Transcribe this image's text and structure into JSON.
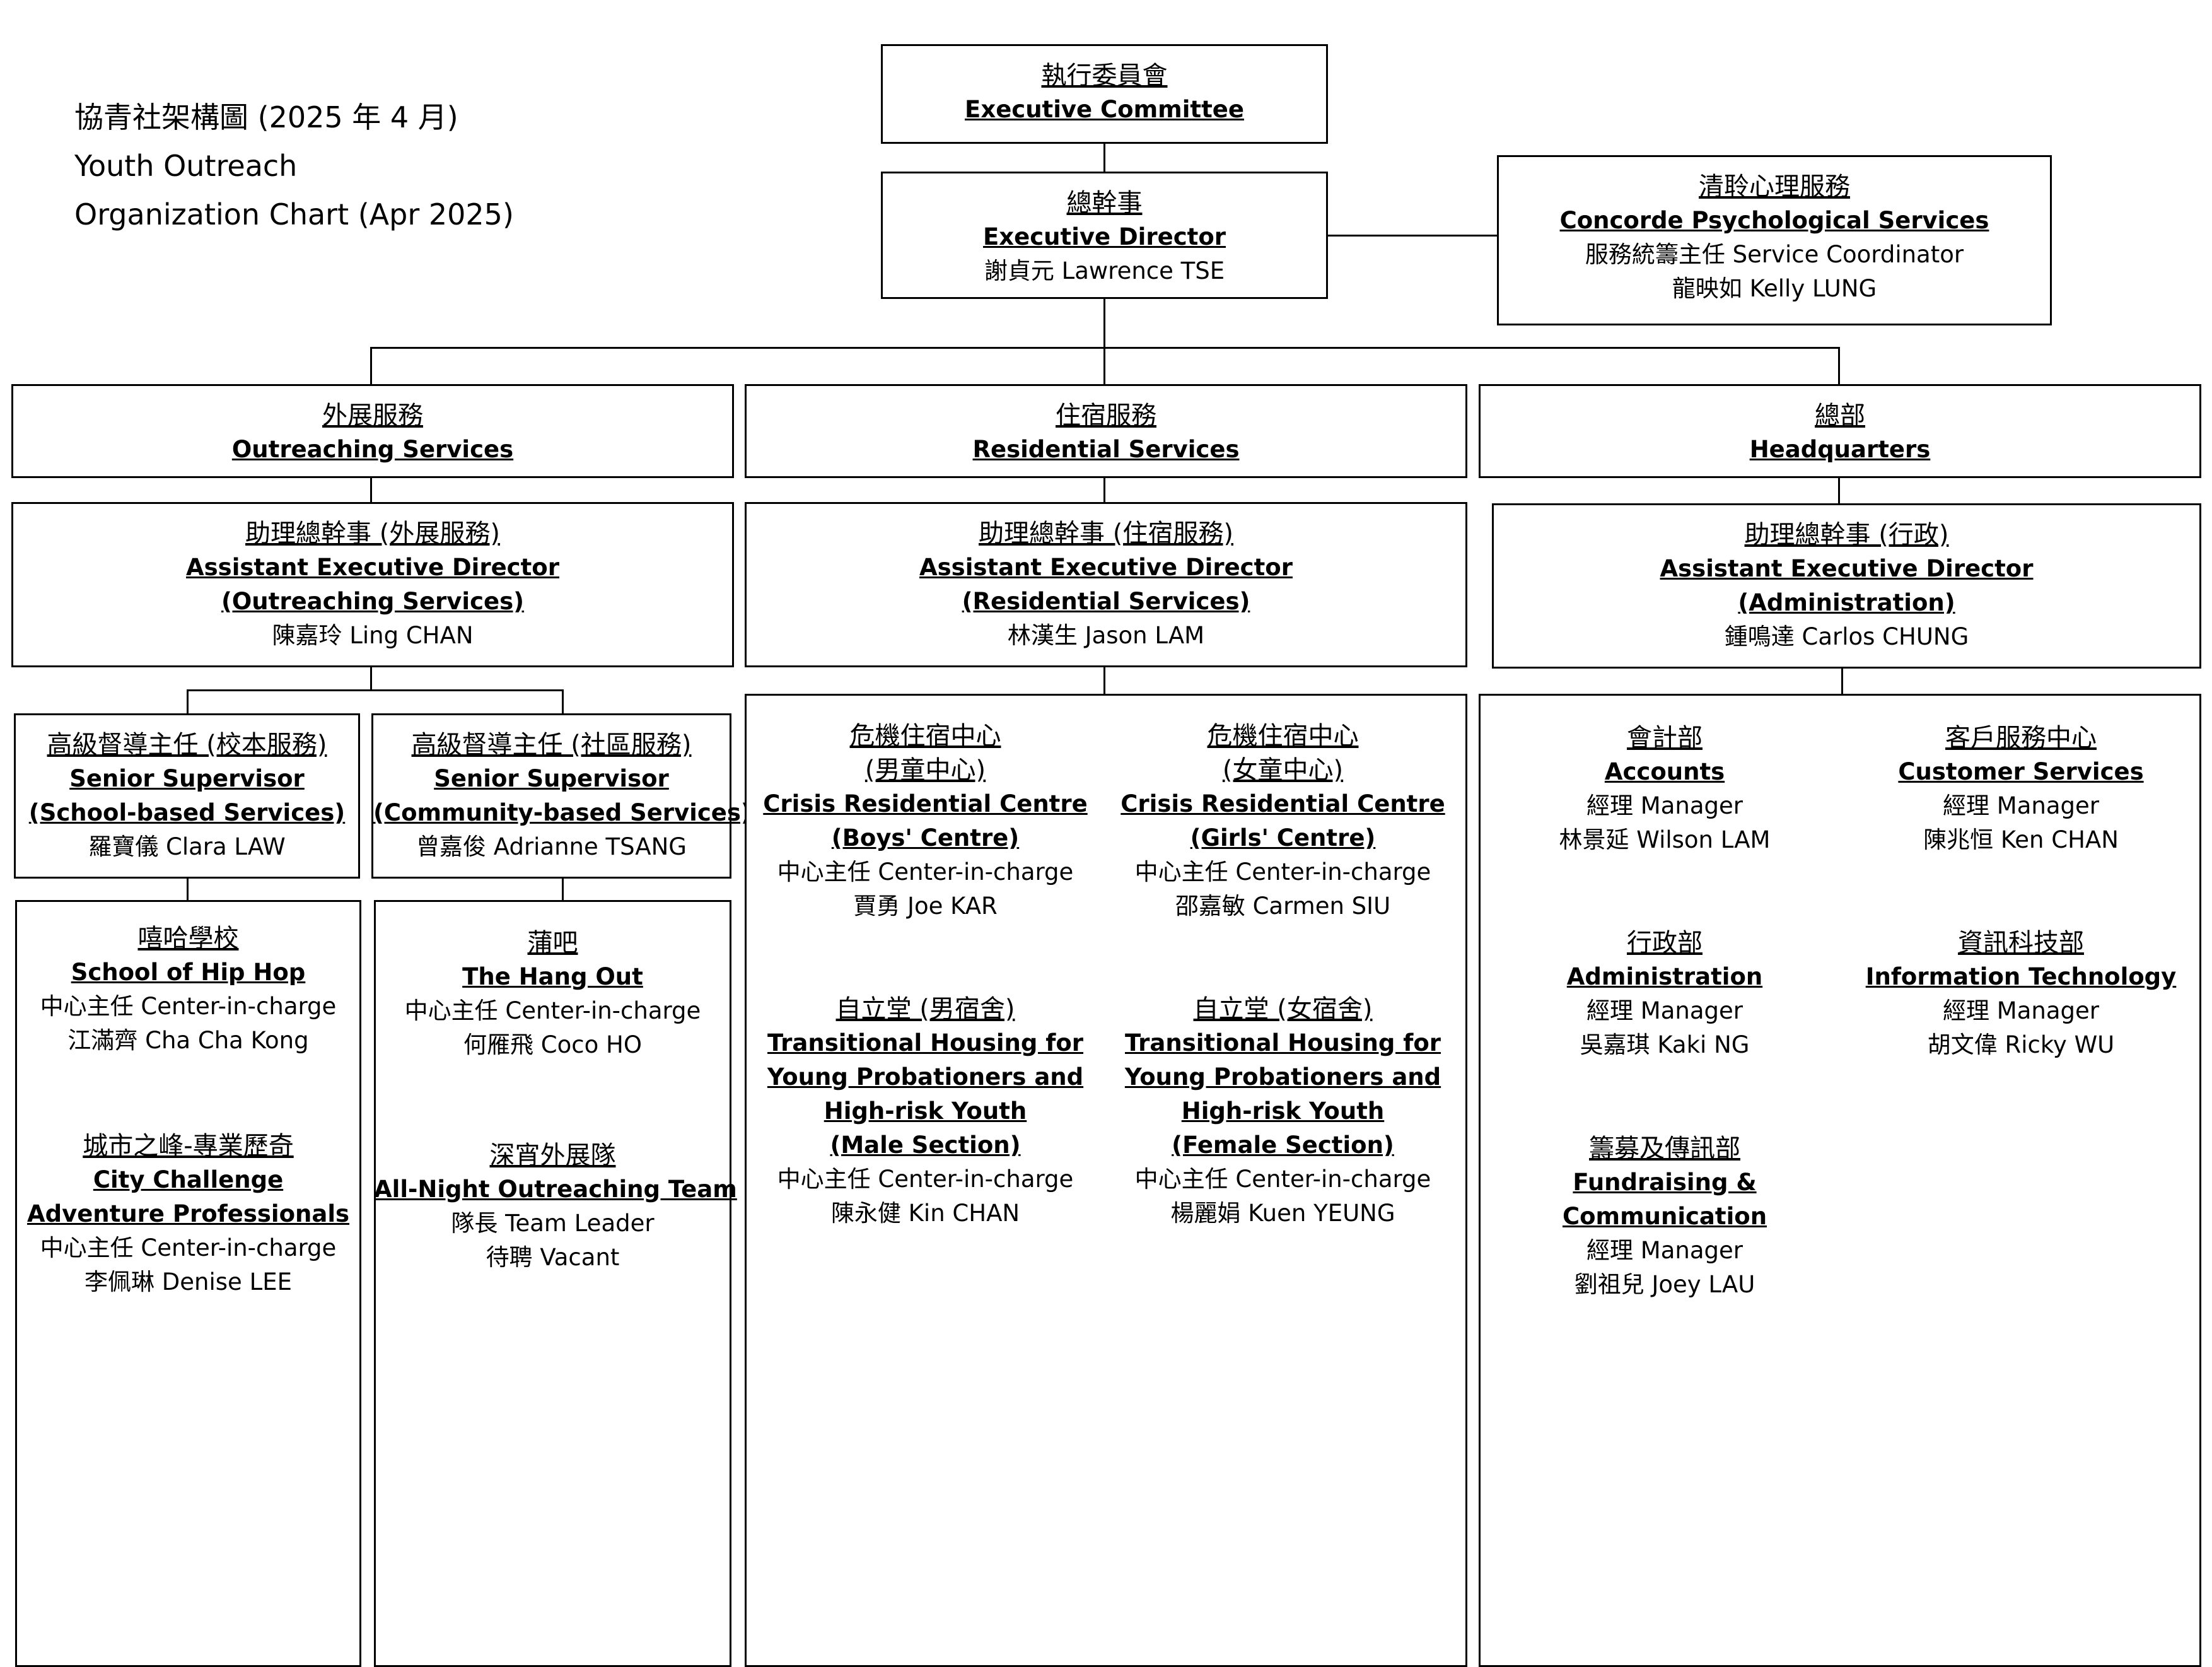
{
  "title": {
    "zh": "協青社架構圖  (2025 年 4 月)",
    "en1": "Youth Outreach",
    "en2": "Organization Chart (Apr 2025)"
  },
  "exec_committee": {
    "zh": "執行委員會",
    "en": "Executive Committee"
  },
  "exec_director": {
    "zh": "總幹事",
    "en": "Executive Director",
    "person": "謝貞元  Lawrence TSE"
  },
  "concorde": {
    "zh": "清聆心理服務",
    "en": "Concorde Psychological Services",
    "role": "服務統籌主任  Service Coordinator",
    "person": "龍映如  Kelly LUNG"
  },
  "divisions": {
    "outreach": {
      "zh": "外展服務",
      "en": "Outreaching Services"
    },
    "residential": {
      "zh": "住宿服務",
      "en": "Residential Services"
    },
    "hq": {
      "zh": "總部",
      "en": "Headquarters"
    }
  },
  "aed": {
    "outreach": {
      "zh": "助理總幹事  (外展服務)",
      "en1": "Assistant Executive Director",
      "en2": "(Outreaching Services)",
      "person": "陳嘉玲  Ling CHAN"
    },
    "residential": {
      "zh": "助理總幹事  (住宿服務)",
      "en1": "Assistant Executive Director",
      "en2": "(Residential Services)",
      "person": "林漢生  Jason LAM"
    },
    "hq": {
      "zh": "助理總幹事  (行政)",
      "en1": "Assistant Executive Director",
      "en2": "(Administration)",
      "person": "鍾鳴達  Carlos CHUNG"
    }
  },
  "supervisors": {
    "school": {
      "zh": "高級督導主任  (校本服務)",
      "en1": "Senior Supervisor",
      "en2": "(School-based Services)",
      "person": "羅寶儀  Clara LAW"
    },
    "community": {
      "zh": "高級督導主任  (社區服務)",
      "en1": "Senior Supervisor",
      "en2": "(Community-based Services)",
      "person": "曾嘉俊  Adrianne TSANG"
    }
  },
  "units": {
    "hiphop": {
      "zh": "嘻哈學校",
      "en": "School of Hip Hop",
      "role": "中心主任  Center-in-charge",
      "person": "江滿齊  Cha Cha Kong"
    },
    "city": {
      "zh": "城市之峰-專業歷奇",
      "en1": "City Challenge",
      "en2": "Adventure Professionals",
      "role": "中心主任  Center-in-charge",
      "person": "李佩琳  Denise LEE"
    },
    "hangout": {
      "zh": "蒲吧",
      "en": "The Hang Out",
      "role": "中心主任  Center-in-charge",
      "person": "何雁飛  Coco HO"
    },
    "allnight": {
      "zh": "深宵外展隊",
      "en": "All-Night Outreaching Team",
      "role": "隊長 Team Leader",
      "person": "待聘 Vacant"
    },
    "boys": {
      "zh1": "危機住宿中心",
      "zh2": "(男童中心)",
      "en1": "Crisis Residential Centre",
      "en2": "(Boys' Centre)",
      "role": "中心主任  Center-in-charge",
      "person": "賈勇  Joe KAR"
    },
    "girls": {
      "zh1": "危機住宿中心",
      "zh2": "(女童中心)",
      "en1": "Crisis Residential Centre",
      "en2": "(Girls' Centre)",
      "role": "中心主任  Center-in-charge",
      "person": "邵嘉敏  Carmen SIU"
    },
    "th_male": {
      "zh": "自立堂  (男宿舍)",
      "en1": "Transitional Housing for",
      "en2": "Young Probationers and",
      "en3": "High-risk Youth",
      "en4": "(Male Section)",
      "role": "中心主任  Center-in-charge",
      "person": "陳永健  Kin CHAN"
    },
    "th_female": {
      "zh": "自立堂  (女宿舍)",
      "en1": "Transitional Housing for",
      "en2": "Young Probationers and",
      "en3": "High-risk Youth",
      "en4": "(Female Section)",
      "role": "中心主任  Center-in-charge",
      "person": "楊麗娟  Kuen YEUNG"
    },
    "accounts": {
      "zh": "會計部",
      "en": "Accounts",
      "role": "經理  Manager",
      "person": "林景延  Wilson LAM"
    },
    "customer": {
      "zh": "客戶服務中心",
      "en": "Customer Services",
      "role": "經理  Manager",
      "person": "陳兆恒  Ken CHAN"
    },
    "admin": {
      "zh": "行政部",
      "en": "Administration",
      "role": "經理  Manager",
      "person": "吳嘉琪  Kaki NG"
    },
    "it": {
      "zh": "資訊科技部",
      "en": "Information Technology",
      "role": "經理  Manager",
      "person": "胡文偉  Ricky WU"
    },
    "fund": {
      "zh": "籌募及傳訊部",
      "en1": "Fundraising &",
      "en2": "Communication",
      "role": "經理  Manager",
      "person": "劉祖兒  Joey LAU"
    }
  }
}
